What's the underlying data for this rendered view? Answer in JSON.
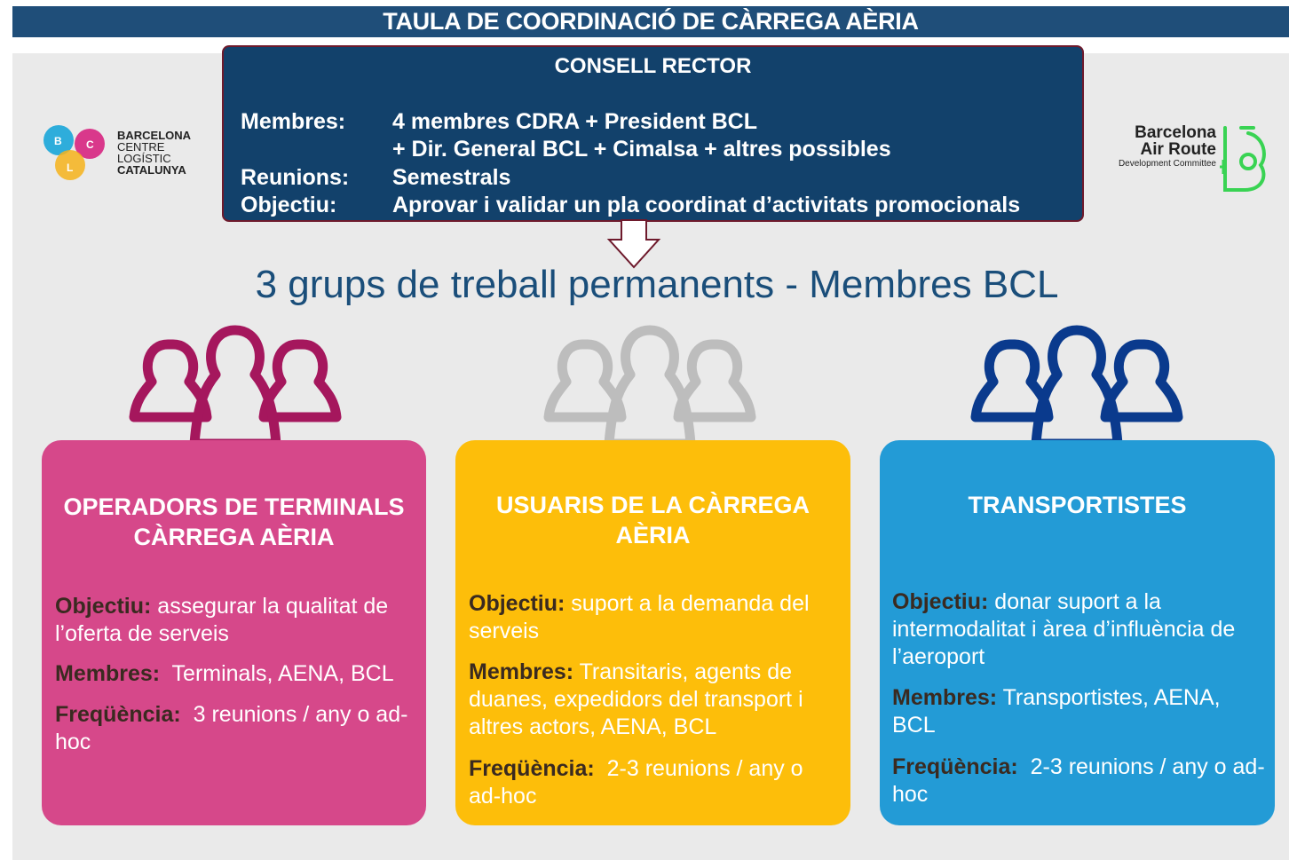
{
  "header": {
    "title": "TAULA DE COORDINACIÓ DE CÀRREGA AÈRIA"
  },
  "council": {
    "title": "CONSELL RECTOR",
    "rows": [
      {
        "label": "Membres:",
        "lines": [
          "4 membres CDRA + President BCL",
          "+ Dir. General BCL + Cimalsa + altres possibles"
        ]
      },
      {
        "label": "Reunions:",
        "lines": [
          "Semestrals"
        ]
      },
      {
        "label": "Objectiu:",
        "lines": [
          "Aprovar i validar un pla coordinat d’activitats promocionals"
        ]
      }
    ]
  },
  "subtitle": "3 grups de treball permanents - Membres BCL",
  "logos": {
    "left": {
      "letters": [
        "B",
        "C",
        "L"
      ],
      "lines": [
        "BARCELONA",
        "CENTRE",
        "LOGÍSTIC",
        "CATALUNYA"
      ]
    },
    "right": {
      "lines": [
        "Barcelona",
        "Air Route",
        "Development Committee"
      ]
    }
  },
  "groups": [
    {
      "title_lines": [
        "OPERADORS DE TERMINALS",
        "CÀRREGA AÈRIA"
      ],
      "objectiu_label": "Objectiu:",
      "objectiu": "assegurar la qualitat de l’oferta de serveis",
      "membres_label": "Membres:",
      "membres": "Terminals, AENA, BCL",
      "frequencia_label": "Freqüència:",
      "frequencia": "3 reunions / any o ad-hoc"
    },
    {
      "title_lines": [
        "USUARIS DE LA CÀRREGA",
        "AÈRIA"
      ],
      "objectiu_label": "Objectiu:",
      "objectiu": "suport a la demanda del serveis",
      "membres_label": "Membres:",
      "membres": "Transitaris, agents de duanes, expedidors del transport i altres actors, AENA, BCL",
      "frequencia_label": "Freqüència:",
      "frequencia": "2-3 reunions / any o ad-hoc"
    },
    {
      "title_lines": [
        "TRANSPORTISTES"
      ],
      "objectiu_label": "Objectiu:",
      "objectiu": "donar suport a la intermodalitat i àrea d’influència de l’aeroport",
      "membres_label": "Membres:",
      "membres": "Transportistes, AENA, BCL",
      "frequencia_label": "Freqüència:",
      "frequencia": "2-3 reunions / any o ad-hoc"
    }
  ],
  "colors": {
    "header_bg": "#1f4e79",
    "council_bg": "#12416b",
    "council_border": "#6e1a2c",
    "card1": "#d6488a",
    "people1": "#a5175d",
    "card2": "#fdbe0a",
    "people2": "#bdbdbd",
    "card3": "#239bd6",
    "people3": "#0a3a8d",
    "arb_green": "#39d353"
  }
}
